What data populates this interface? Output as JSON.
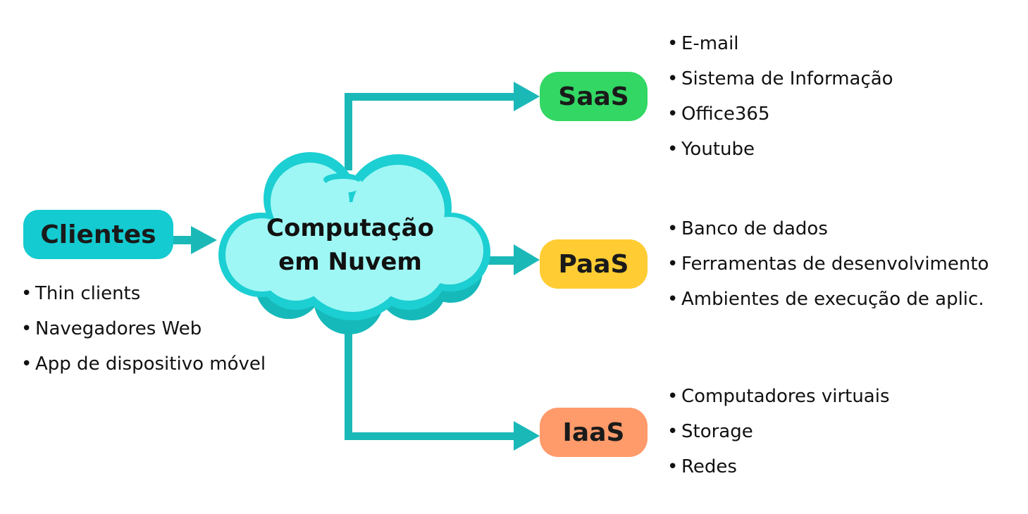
{
  "colors": {
    "connector": "#1bb8b8",
    "clientes_box": "#13cbd0",
    "cloud_outline": "#1ccfd2",
    "cloud_fill": "#9ef7f5",
    "cloud_shadow": "#16b9ba",
    "saas": "#33d764",
    "paas": "#ffcc33",
    "iaas": "#ff9a6a"
  },
  "clientes": {
    "label": "Clientes",
    "items": [
      "Thin clients",
      "Navegadores Web",
      "App de dispositivo móvel"
    ]
  },
  "cloud": {
    "line1": "Computação",
    "line2": "em Nuvem",
    "icon": "cloud-icon"
  },
  "services": [
    {
      "label": "SaaS",
      "items": [
        "E-mail",
        "Sistema de Informação",
        "Office365",
        "Youtube"
      ]
    },
    {
      "label": "PaaS",
      "items": [
        "Banco de dados",
        "Ferramentas de desenvolvimento",
        "Ambientes de execução de aplic."
      ]
    },
    {
      "label": "IaaS",
      "items": [
        "Computadores virtuais",
        "Storage",
        "Redes"
      ]
    }
  ],
  "bullet_glyph": "•"
}
